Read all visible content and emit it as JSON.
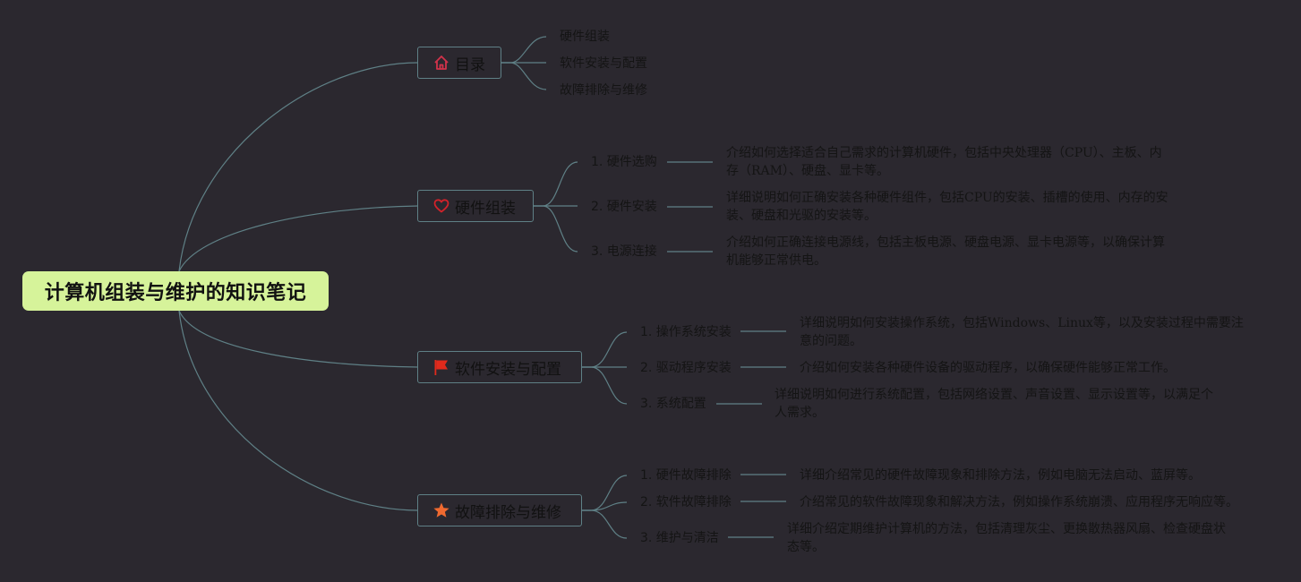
{
  "root": {
    "title": "计算机组装与维护的知识笔记"
  },
  "branches": [
    {
      "label": "目录",
      "icon": "home-icon",
      "icon_color": "#d2324a",
      "children": [
        {
          "label": "硬件组装"
        },
        {
          "label": "软件安装与配置"
        },
        {
          "label": "故障排除与维修"
        }
      ]
    },
    {
      "label": "硬件组装",
      "icon": "heart-icon",
      "icon_color": "#d2222a",
      "children": [
        {
          "label": "1. 硬件选购",
          "desc": "介绍如何选择适合自己需求的计算机硬件，包括中央处理器（CPU）、主板、内存（RAM）、硬盘、显卡等。"
        },
        {
          "label": "2. 硬件安装",
          "desc": "详细说明如何正确安装各种硬件组件，包括CPU的安装、插槽的使用、内存的安装、硬盘和光驱的安装等。"
        },
        {
          "label": "3. 电源连接",
          "desc": "介绍如何正确连接电源线，包括主板电源、硬盘电源、显卡电源等，以确保计算机能够正常供电。"
        }
      ]
    },
    {
      "label": "软件安装与配置",
      "icon": "flag-icon",
      "icon_color": "#e02a1c",
      "children": [
        {
          "label": "1. 操作系统安装",
          "desc": "详细说明如何安装操作系统，包括Windows、Linux等，以及安装过程中需要注意的问题。"
        },
        {
          "label": "2. 驱动程序安装",
          "desc": "介绍如何安装各种硬件设备的驱动程序，以确保硬件能够正常工作。"
        },
        {
          "label": "3. 系统配置",
          "desc": "详细说明如何进行系统配置，包括网络设置、声音设置、显示设置等，以满足个人需求。"
        }
      ]
    },
    {
      "label": "故障排除与维修",
      "icon": "star-icon",
      "icon_color": "#f06a30",
      "children": [
        {
          "label": "1. 硬件故障排除",
          "desc": "详细介绍常见的硬件故障现象和排除方法，例如电脑无法启动、蓝屏等。"
        },
        {
          "label": "2. 软件故障排除",
          "desc": "介绍常见的软件故障现象和解决方法，例如操作系统崩溃、应用程序无响应等。"
        },
        {
          "label": "3. 维护与清洁",
          "desc": "详细介绍定期维护计算机的方法，包括清理灰尘、更换散热器风扇、检查硬盘状态等。"
        }
      ]
    }
  ],
  "colors": {
    "background": "#2b282f",
    "root_fill": "#d6f39a",
    "link": "#5f8086",
    "text": "#141414"
  }
}
